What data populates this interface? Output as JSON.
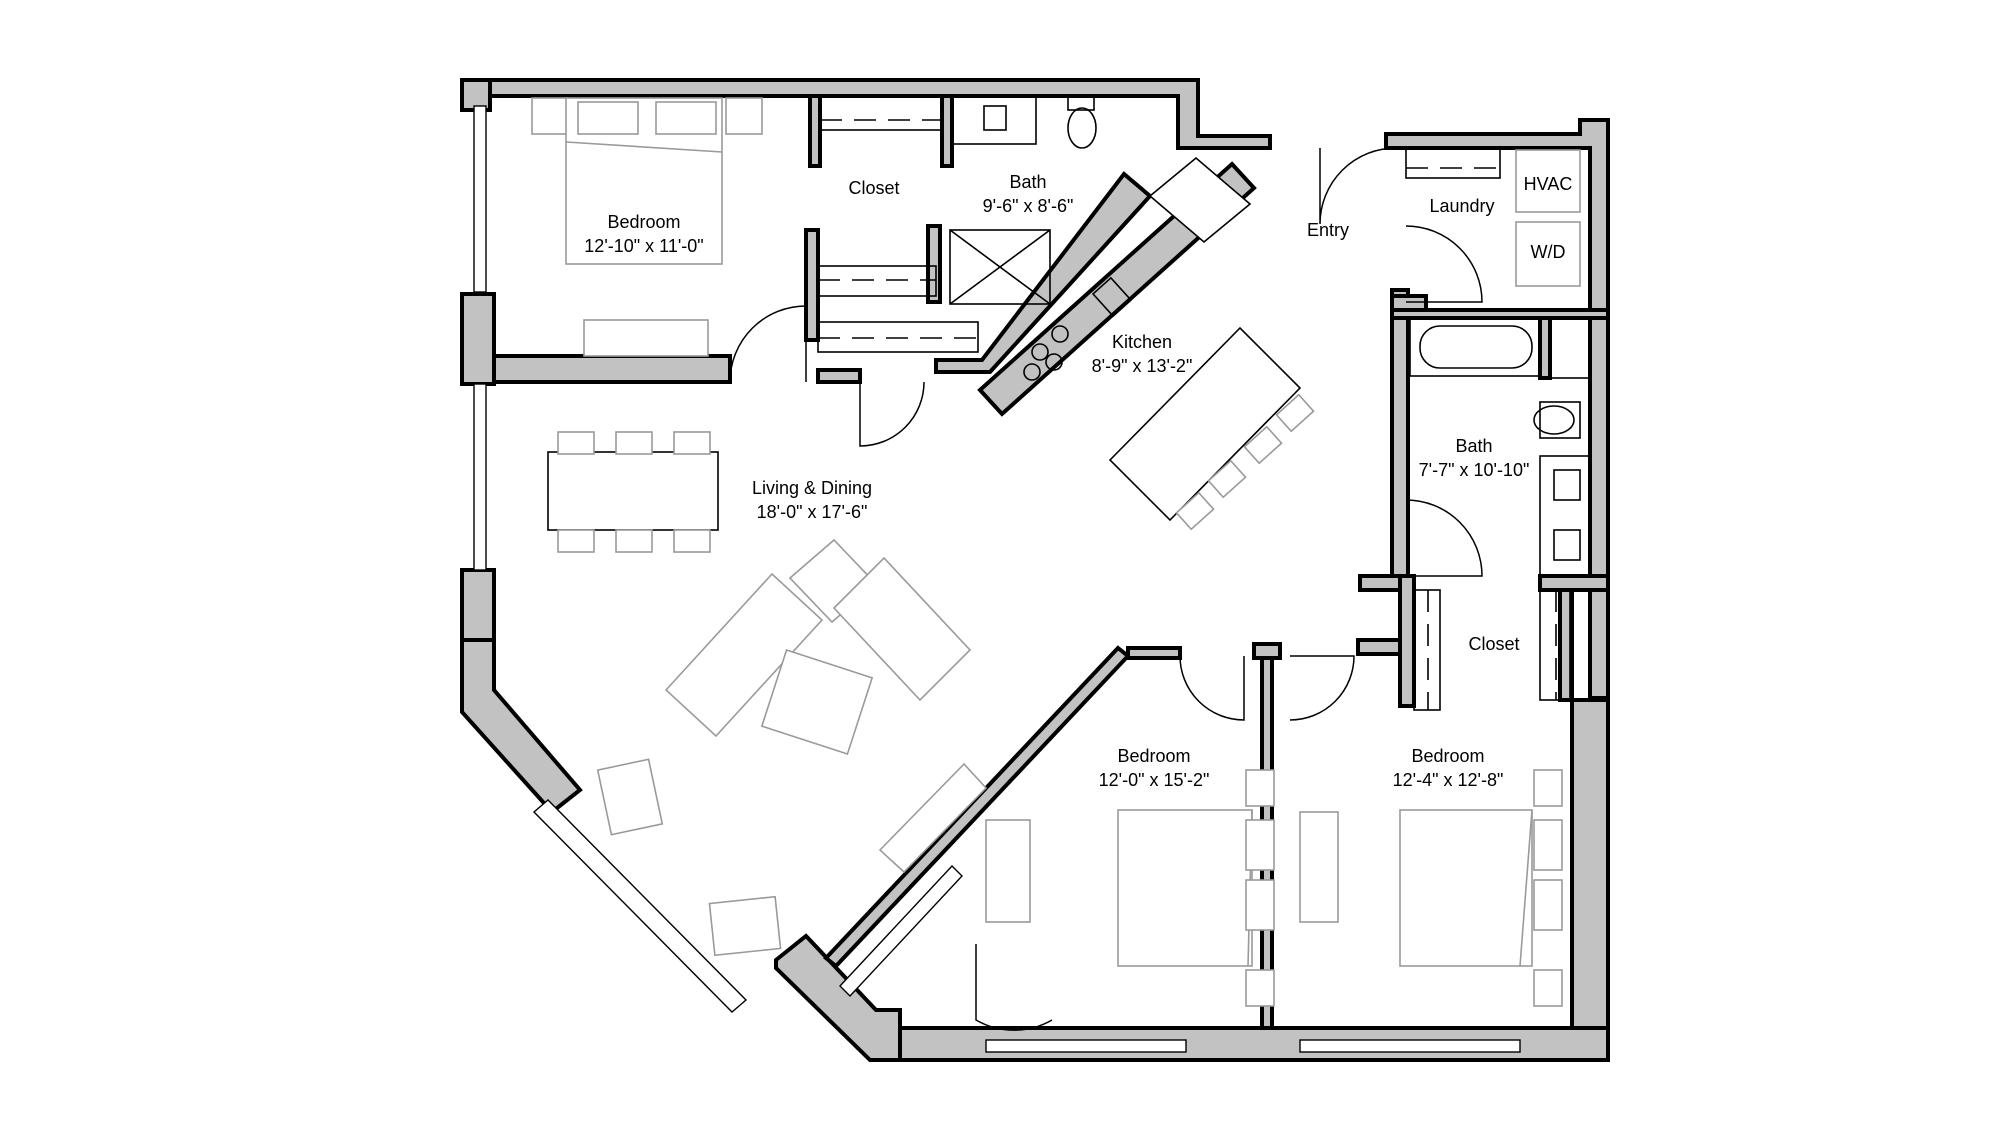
{
  "plan": {
    "rooms": [
      {
        "name": "Bedroom",
        "dims": "12'-10\" x 11'-0\""
      },
      {
        "name": "Closet",
        "dims": ""
      },
      {
        "name": "Bath",
        "dims": "9'-6\" x 8'-6\""
      },
      {
        "name": "Entry",
        "dims": ""
      },
      {
        "name": "Laundry",
        "dims": ""
      },
      {
        "name": "Kitchen",
        "dims": "8'-9\" x 13'-2\""
      },
      {
        "name": "Living & Dining",
        "dims": "18'-0\" x 17'-6\""
      },
      {
        "name": "Bath",
        "dims": "7'-7\" x 10'-10\""
      },
      {
        "name": "Closet",
        "dims": ""
      },
      {
        "name": "Bedroom",
        "dims": "12'-0\" x 15'-2\""
      },
      {
        "name": "Bedroom",
        "dims": "12'-4\" x 12'-8\""
      }
    ],
    "appliances": {
      "hvac": "HVAC",
      "washer_dryer": "W/D"
    },
    "colors": {
      "wall_fill": "#c2c2c2",
      "line": "#000000",
      "furniture": "#9a9a9a",
      "background": "#ffffff"
    }
  }
}
